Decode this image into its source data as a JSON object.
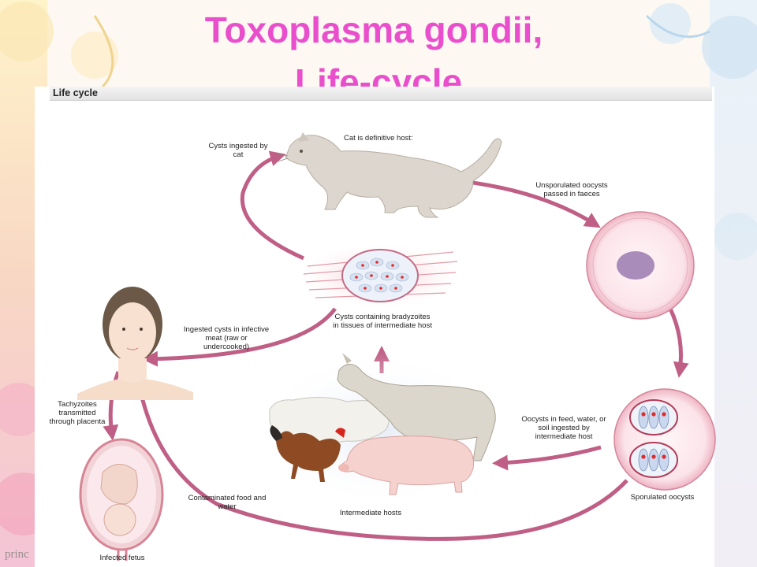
{
  "slide": {
    "title_line1": "Toxoplasma gondii,",
    "title_line2": "Life-cycle"
  },
  "figure": {
    "header": "Life cycle",
    "labels": {
      "cyst_ingested": "Cysts ingested by cat",
      "cat_host": "Cat is definitive host:",
      "unsporulated": "Unsporulated oocysts passed in faeces",
      "cysts_tissues": "Cysts containing bradyzoites in tissues of intermediate host",
      "ingested_cysts": "Ingested cysts in infective meat (raw or undercooked)",
      "tachyzoites": "Tachyzoites transmitted through placenta",
      "oocysts_feed": "Oocysts in feed, water, or soil ingested by intermediate host",
      "sporulated": "Sporulated oocysts",
      "contaminated": "Contaminated food and water",
      "intermediate_hosts": "Intermediate hosts",
      "infected_fetus": "Infected fetus"
    }
  },
  "colors": {
    "title": "#e94fcc",
    "arrow": "#c05f86",
    "cell_outline": "#d4869b"
  }
}
